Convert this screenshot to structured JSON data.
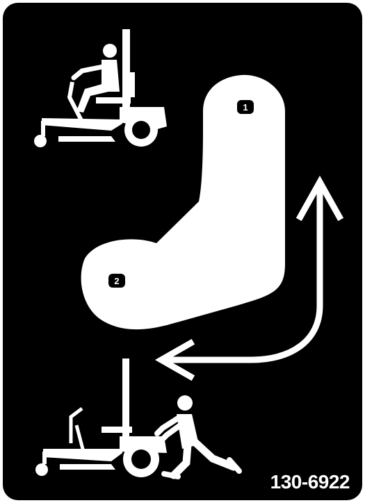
{
  "decal": {
    "part_number": "130-6922",
    "position_labels": [
      "1",
      "2"
    ],
    "background_color": "#000000",
    "foreground_color": "#ffffff",
    "icons": [
      "mower-with-seated-operator-icon",
      "lever-position-path-icon",
      "return-arrow-icon",
      "mower-being-pushed-icon"
    ]
  }
}
